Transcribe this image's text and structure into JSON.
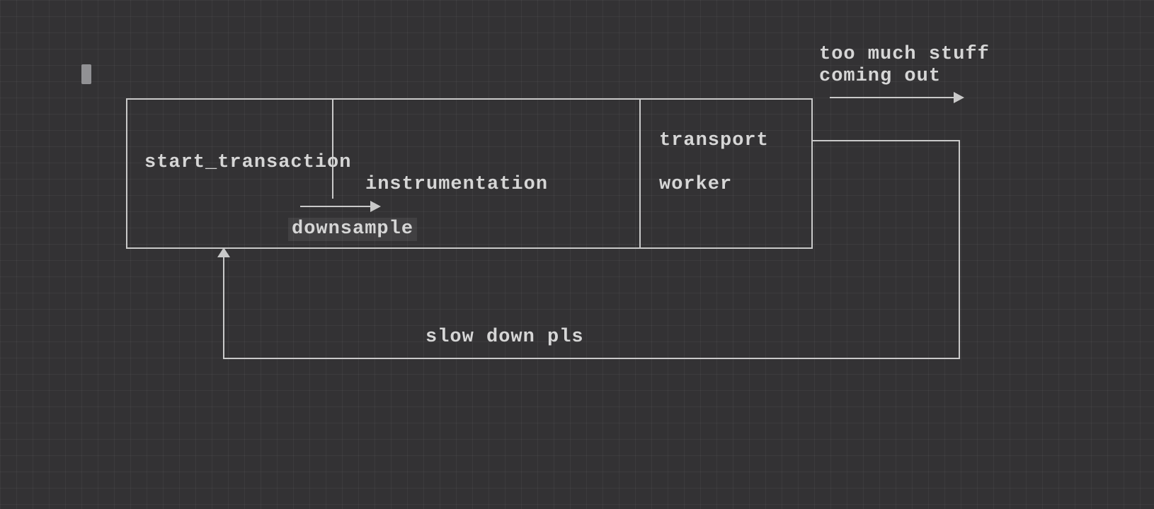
{
  "canvas": {
    "background_color": "#333234",
    "grid_color": "#3c3b3d",
    "stroke_color": "#c9c9c9",
    "text_color": "#d6d6d6"
  },
  "diagram": {
    "box_labels": {
      "start_transaction": "start_transaction",
      "instrumentation": "instrumentation",
      "transport": "transport",
      "worker": "worker"
    },
    "annotations": {
      "downsample": "downsample",
      "slow_down": "slow down pls",
      "overflow_line1": "too much stuff",
      "overflow_line2": "coming out"
    }
  }
}
